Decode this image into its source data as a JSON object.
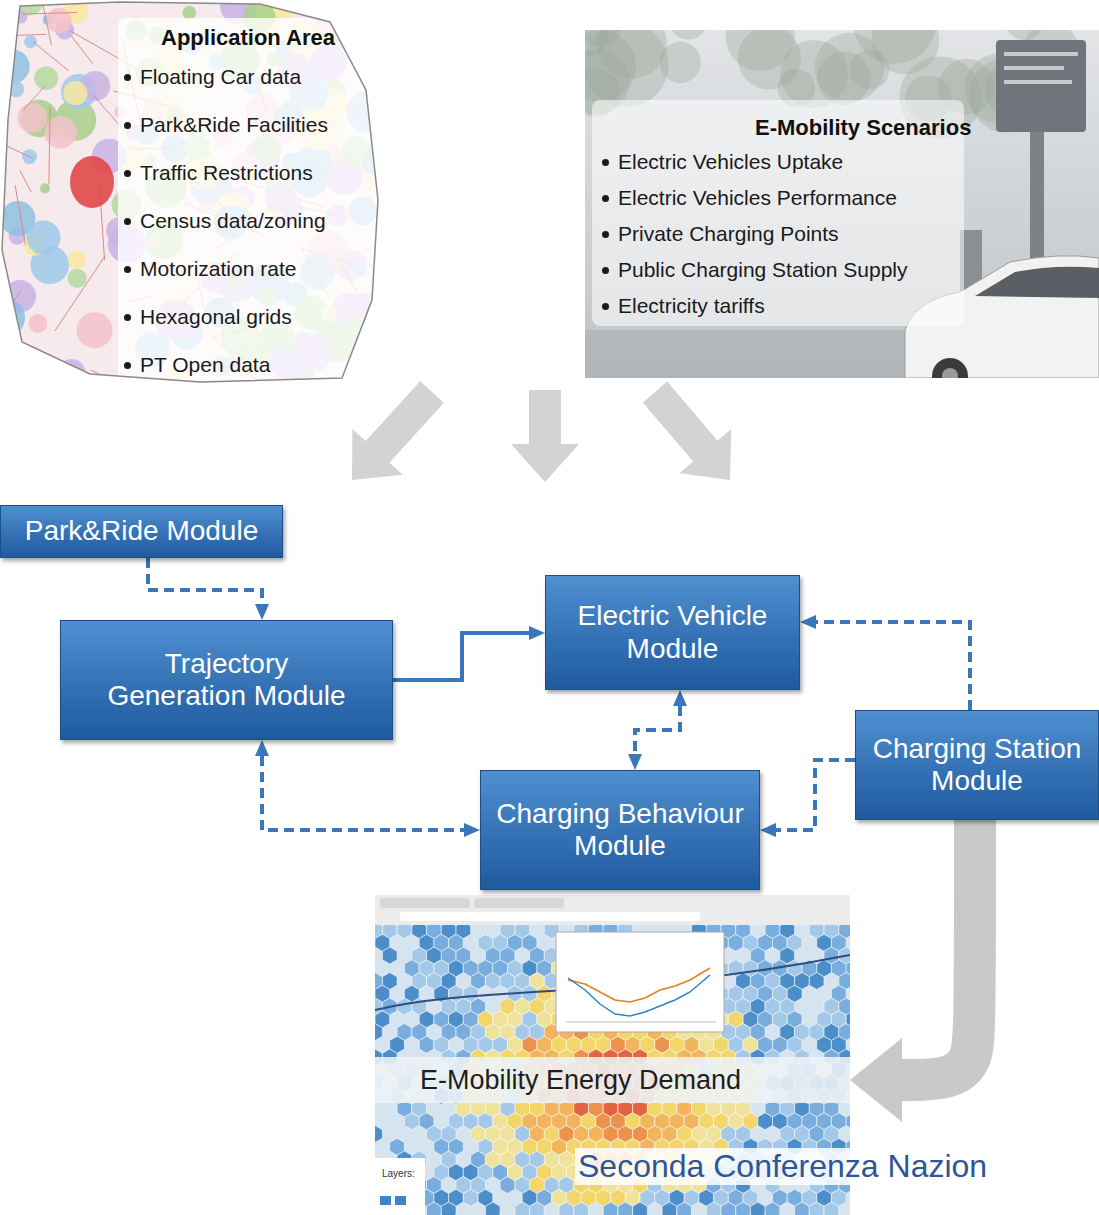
{
  "diagram": {
    "nodes": [
      {
        "text": [
          "Application Area",
          "Floating Car data",
          "Park&Ride Facilities",
          "Traffic Restrictions",
          "Census data/zoning",
          "Motorization rate",
          "Hexagonal grids",
          "PT Open data"
        ]
      },
      {
        "text": [
          "E-Mobility Scenarios",
          "Electric Vehicles Uptake",
          "Electric Vehicles Performance",
          "Private Charging Points",
          "Public Charging Station Supply",
          "Electricity tariffs"
        ]
      },
      {
        "text": [
          "Park&Ride Module"
        ]
      },
      {
        "text": [
          "Electric Vehicle Module"
        ]
      },
      {
        "text": [
          "Trajectory Generation Module"
        ]
      },
      {
        "text": [
          "Charging Station Module"
        ]
      },
      {
        "text": [
          "Charging Behaviour Module"
        ]
      },
      {
        "text": [
          "E-Mobility Energy Demand"
        ]
      }
    ],
    "edges": [
      {
        "from": 2,
        "to": 4,
        "arrow": "to"
      },
      {
        "from": 4,
        "to": 3,
        "arrow": "to"
      },
      {
        "from": 3,
        "to": 6,
        "arrow": "both"
      },
      {
        "from": 4,
        "to": 6,
        "arrow": "both"
      },
      {
        "from": 5,
        "to": 3,
        "arrow": "to"
      },
      {
        "from": 5,
        "to": 6,
        "arrow": "to"
      },
      {
        "from": 5,
        "to": 7,
        "arrow": "to"
      }
    ],
    "labels": [
      "Layers:",
      "Seconda Conferenza Nazion"
    ]
  }
}
